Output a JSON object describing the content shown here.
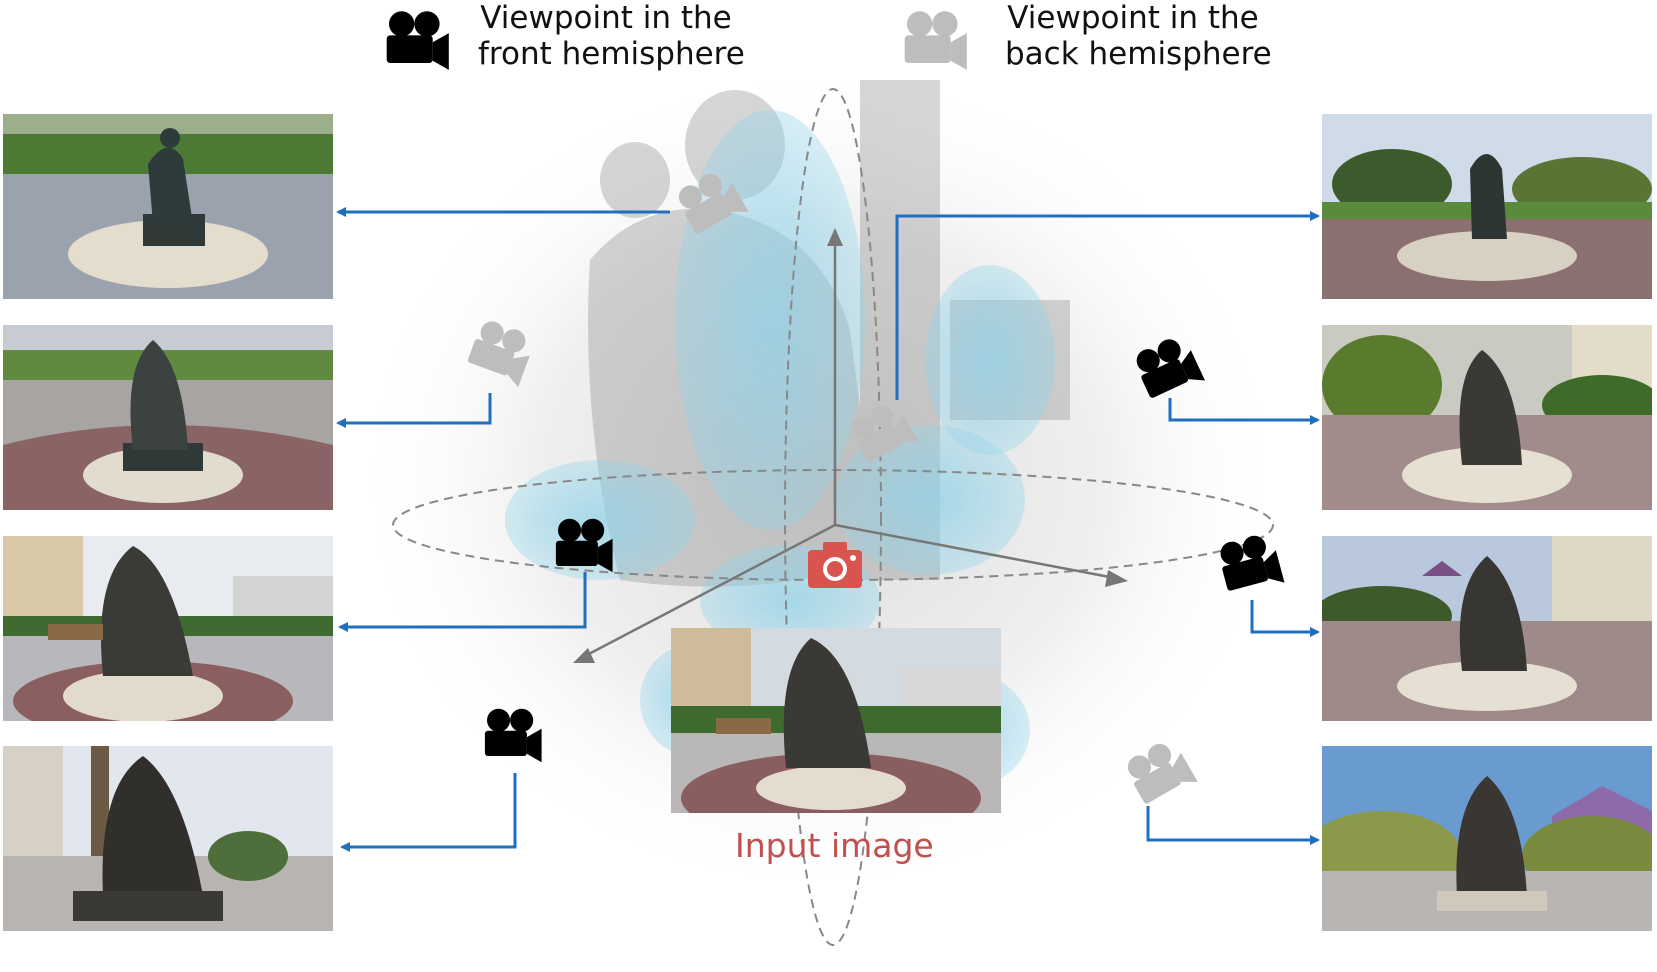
{
  "legend": {
    "front": {
      "line1": "Viewpoint in the",
      "line2": "front hemisphere",
      "icon": "movie-camera-icon",
      "color": "#000000"
    },
    "back": {
      "line1": "Viewpoint in the",
      "line2": "back hemisphere",
      "icon": "movie-camera-icon",
      "color": "#bdbdbd"
    }
  },
  "input": {
    "caption": "Input image",
    "icon": "photo-camera-icon",
    "color": "#d9534f"
  },
  "colors": {
    "arrow": "#1f6fbf",
    "axis": "#777777",
    "orbit": "#888888",
    "blob": "#7ecfe8"
  },
  "views": [
    {
      "id": "left-1",
      "hemisphere": "back"
    },
    {
      "id": "left-2",
      "hemisphere": "back"
    },
    {
      "id": "left-3",
      "hemisphere": "front"
    },
    {
      "id": "left-4",
      "hemisphere": "front"
    },
    {
      "id": "right-1",
      "hemisphere": "back"
    },
    {
      "id": "right-2",
      "hemisphere": "front"
    },
    {
      "id": "right-3",
      "hemisphere": "front"
    },
    {
      "id": "right-4",
      "hemisphere": "back"
    }
  ]
}
